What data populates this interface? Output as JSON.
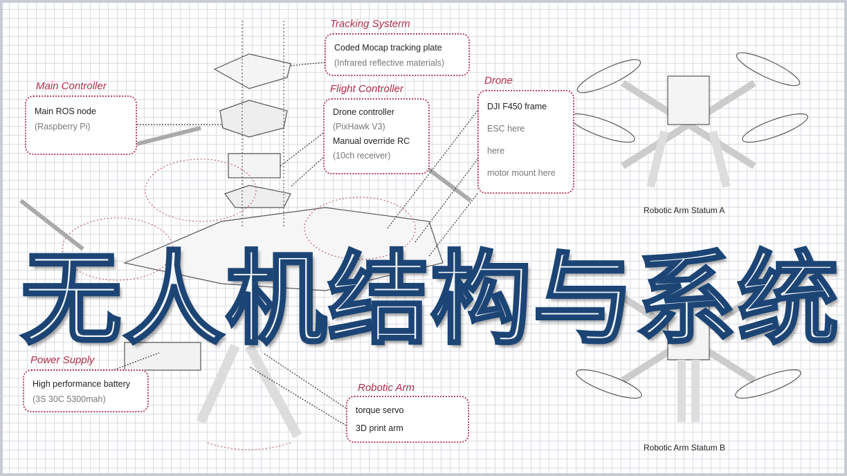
{
  "sections": {
    "tracking": {
      "title": "Tracking Systerm",
      "line1": "Coded Mocap tracking plate",
      "line2": "(Infrared reflective materials)"
    },
    "main_controller": {
      "title": "Main Controller",
      "line1": "Main ROS node",
      "line2": "(Raspberry Pi)"
    },
    "flight_controller": {
      "title": "Flight Controller",
      "line1": "Drone controller",
      "line2": "(PixHawk V3)",
      "line3": "Manual override RC",
      "line4": "(10ch receiver)"
    },
    "drone": {
      "title": "Drone",
      "line1": "DJI F450 frame",
      "line2": "ESC      here",
      "line3": "             here",
      "line4": "motor mount here"
    },
    "power": {
      "title": "Power Supply",
      "line1": "High performance battery",
      "line2": "(3S 30C 5300mah)"
    },
    "robotic_arm": {
      "title": "Robotic Arm",
      "line1": "torque servo",
      "line2": "3D print arm"
    }
  },
  "captions": {
    "a": "Robotic Arm Statum A",
    "b": "Robotic Arm Statum B"
  },
  "title": "无人机结构与系统",
  "colors": {
    "accent": "#b0304a",
    "title_stroke": "#1c4575"
  }
}
